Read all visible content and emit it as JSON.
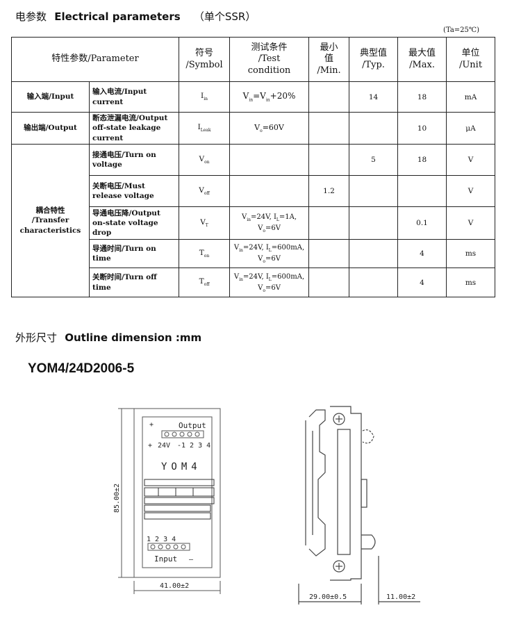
{
  "section1": {
    "cn": "电参数",
    "en": "Electrical parameters",
    "paren": "（单个SSR）"
  },
  "ta_note": "(Ta=25℃)",
  "headers": {
    "param": "特性参数/Parameter",
    "symbol_cn": "符号",
    "symbol_en": "/Symbol",
    "cond_cn": "测试条件",
    "cond_en1": "/Test",
    "cond_en2": "condition",
    "min_cn1": "最小",
    "min_cn2": "值",
    "min_en": "/Min.",
    "typ_cn": "典型值",
    "typ_en": "/Typ.",
    "max_cn": "最大值",
    "max_en": "/Max.",
    "unit_cn": "单位",
    "unit_en": "/Unit"
  },
  "groups": {
    "input": "输入端/Input",
    "output": "输出端/Output",
    "transfer_cn": "耦合特性",
    "transfer_en1": "/Transfer",
    "transfer_en2": "characteristics"
  },
  "rows": [
    {
      "name": "输入电流/Input current",
      "sym": "I",
      "sub": "in",
      "cond": "V=V+20%",
      "min": "",
      "typ": "14",
      "max": "18",
      "unit": "mA"
    },
    {
      "name": "断态泄漏电流/Output off-state leakage current",
      "sym": "I",
      "sub": "Leak",
      "cond": "V=60V",
      "min": "",
      "typ": "",
      "max": "10",
      "unit": "μA"
    },
    {
      "name": "接通电压/Turn on voltage",
      "sym": "V",
      "sub": "on",
      "cond": "",
      "min": "",
      "typ": "5",
      "max": "18",
      "unit": "V"
    },
    {
      "name": "关断电压/Must release voltage",
      "sym": "V",
      "sub": "off",
      "cond": "",
      "min": "1.2",
      "typ": "",
      "max": "",
      "unit": "V"
    },
    {
      "name": "导通电压降/Output on-state voltage drop",
      "sym": "V",
      "sub": "T",
      "cond": "V=24V, I=1A, V=6V",
      "min": "",
      "typ": "",
      "max": "0.1",
      "unit": "V"
    },
    {
      "name": "导通时间/Turn on time",
      "sym": "T",
      "sub": "on",
      "cond": "V=24V, I=600mA, V=6V",
      "min": "",
      "typ": "",
      "max": "4",
      "unit": "ms"
    },
    {
      "name": "关断时间/Turn off time",
      "sym": "T",
      "sub": "off",
      "cond": "V=24V, I=600mA, V=6V",
      "min": "",
      "typ": "",
      "max": "4",
      "unit": "ms"
    }
  ],
  "section2": {
    "cn": "外形尺寸",
    "en": "Outline dimension :mm"
  },
  "model": "YOM4/24D2006-5",
  "drawing": {
    "output_label": "Output",
    "v24": "24V",
    "pins_top": "-1 2 3 4",
    "brand": "YOM4",
    "pins_bottom": "1 2 3 4",
    "input_label": "Input",
    "dim_height": "85.00±2",
    "dim_width": "41.00±2",
    "dim_depth": "29.00±0.5",
    "dim_side": "11.00±2"
  }
}
